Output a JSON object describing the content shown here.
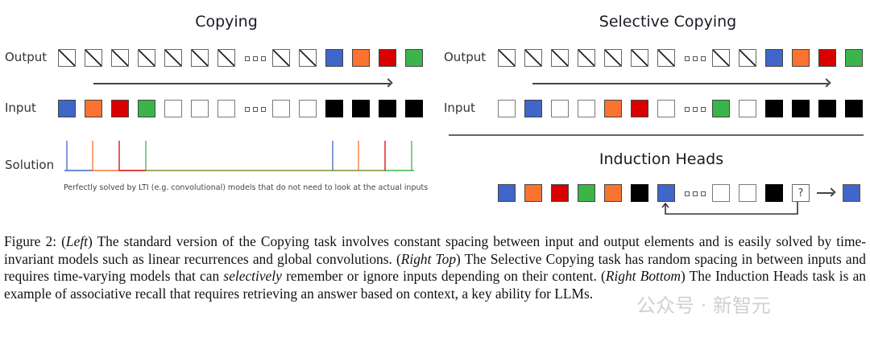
{
  "colors": {
    "blue": "#3f66c8",
    "orange": "#fb7331",
    "red": "#d90000",
    "green": "#3bb54a",
    "black": "#000000",
    "olive": "#7a8f2e"
  },
  "copying": {
    "title": "Copying",
    "output_label": "Output",
    "input_label": "Input",
    "solution_label": "Solution",
    "output_row": [
      "hatch",
      "hatch",
      "hatch",
      "hatch",
      "hatch",
      "hatch",
      "hatch",
      "dots",
      "hatch",
      "hatch",
      "blue",
      "orange",
      "red",
      "green"
    ],
    "input_row": [
      "blue",
      "orange",
      "red",
      "green",
      "blank",
      "blank",
      "blank",
      "dots",
      "blank",
      "blank",
      "black",
      "black",
      "black",
      "black"
    ],
    "solution_note": "Perfectly solved by LTI (e.g. convolutional) models that do not need to look at the actual inputs",
    "solution_ticks": [
      "blue",
      "orange",
      "red",
      "green",
      "blue",
      "orange",
      "red",
      "green"
    ]
  },
  "selective_copying": {
    "title": "Selective Copying",
    "output_label": "Output",
    "input_label": "Input",
    "output_row": [
      "hatch",
      "hatch",
      "hatch",
      "hatch",
      "hatch",
      "hatch",
      "hatch",
      "dots",
      "hatch",
      "hatch",
      "blue",
      "orange",
      "red",
      "green"
    ],
    "input_row": [
      "blank",
      "blue",
      "blank",
      "blank",
      "orange",
      "red",
      "blank",
      "dots",
      "green",
      "blank",
      "black",
      "black",
      "black",
      "black"
    ]
  },
  "induction_heads": {
    "title": "Induction Heads",
    "row": [
      "blue",
      "orange",
      "red",
      "green",
      "orange",
      "black",
      "blue",
      "dots",
      "blank",
      "blank",
      "black",
      "query"
    ],
    "query_symbol": "?",
    "answer": "blue"
  },
  "caption": {
    "figure_label": "Figure 2:",
    "left_tag": "Left",
    "left_text": " The standard version of the Copying task involves constant spacing between input and output elements and is easily solved by time-invariant models such as linear recurrences and global convolutions. ",
    "right_top_tag": "Right Top",
    "right_top_text_a": " The Selective Copying task has random spacing in between inputs and requires time-varying models that can ",
    "selectively": "selectively",
    "right_top_text_b": " remember or ignore inputs depending on their content. ",
    "right_bottom_tag": "Right Bottom",
    "right_bottom_text": " The Induction Heads task is an example of associative recall that requires retrieving an answer based on context, a key ability for LLMs."
  },
  "watermark": "公众号 · 新智元"
}
